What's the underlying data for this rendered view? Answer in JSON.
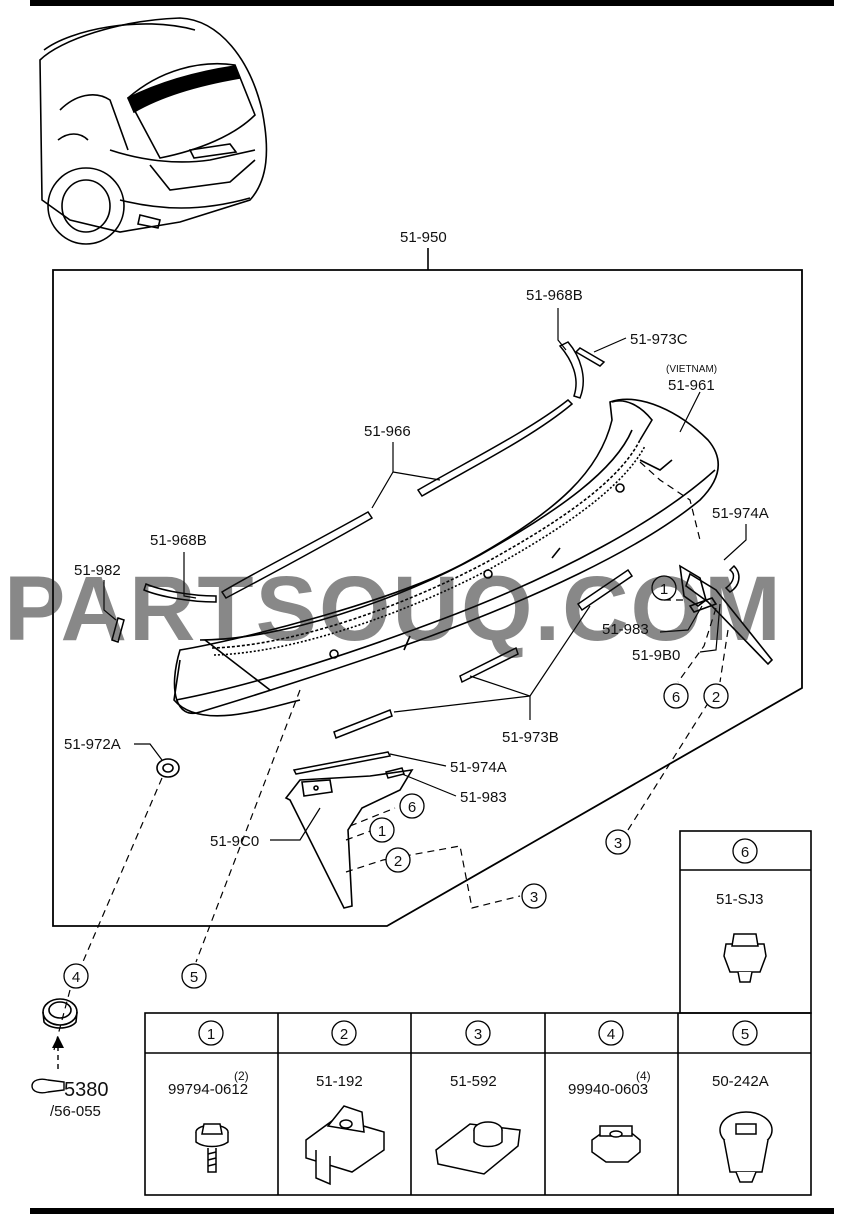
{
  "watermark": "PARTSOUQ.COM",
  "assembly_label": "51-950",
  "part_labels": {
    "p968b_top": "51-968B",
    "p973c": "51-973C",
    "p961_note": "(VIETNAM)",
    "p961": "51-961",
    "p966": "51-966",
    "p974a_right": "51-974A",
    "p968b_left": "51-968B",
    "p982": "51-982",
    "p983_right": "51-983",
    "p9b0": "51-9B0",
    "p972a": "51-972A",
    "p973b": "51-973B",
    "p974a_lower": "51-974A",
    "p983_lower": "51-983",
    "p9c0": "51-9C0"
  },
  "callouts": {
    "c1": "1",
    "c2": "2",
    "c3": "3",
    "c4": "4",
    "c5": "5",
    "c6": "6"
  },
  "ref": {
    "number": "5380",
    "sub": "/56-055"
  },
  "legend": {
    "top": {
      "header": "6",
      "part": "51-SJ3"
    },
    "cells": [
      {
        "header": "1",
        "part": "99794-0612",
        "qty": "(2)"
      },
      {
        "header": "2",
        "part": "51-192",
        "qty": ""
      },
      {
        "header": "3",
        "part": "51-592",
        "qty": ""
      },
      {
        "header": "4",
        "part": "99940-0603",
        "qty": "(4)"
      },
      {
        "header": "5",
        "part": "50-242A",
        "qty": ""
      }
    ]
  }
}
